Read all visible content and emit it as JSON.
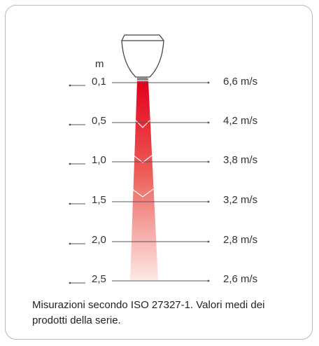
{
  "diagram": {
    "unit_label": "m",
    "rows": [
      {
        "distance": "0,1",
        "speed": "6,6 m/s"
      },
      {
        "distance": "0,5",
        "speed": "4,2 m/s"
      },
      {
        "distance": "1,0",
        "speed": "3,8 m/s"
      },
      {
        "distance": "1,5",
        "speed": "3,2 m/s"
      },
      {
        "distance": "2,0",
        "speed": "2,8 m/s"
      },
      {
        "distance": "2,5",
        "speed": "2,6 m/s"
      }
    ],
    "caption": "Misurazioni secondo ISO 27327-1. Valori medi dei prodotti della serie.",
    "colors": {
      "jet_top": "#e3001b",
      "jet_bottom": "#fbe3df",
      "line": "#555555",
      "border": "#b9b9b9"
    }
  }
}
